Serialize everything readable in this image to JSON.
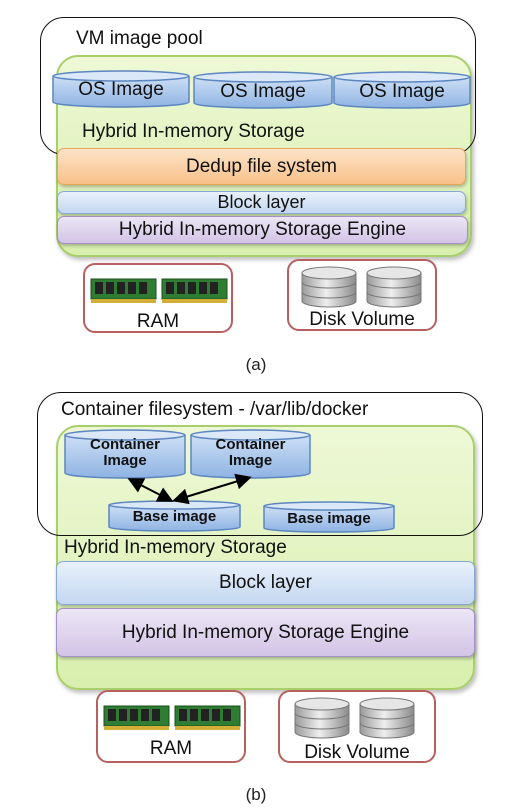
{
  "panel_a": {
    "pool_label": "VM image pool",
    "storage_label": "Hybrid In-memory Storage",
    "os_images": [
      "OS Image",
      "OS Image",
      "OS Image"
    ],
    "dedup_label": "Dedup file system",
    "block_label": "Block layer",
    "engine_label": "Hybrid In-memory Storage Engine",
    "ram_label": "RAM",
    "disk_label": "Disk Volume",
    "caption": "(a)"
  },
  "panel_b": {
    "fs_label": "Container filesystem - /var/lib/docker",
    "container_images": [
      "Container Image",
      "Container Image"
    ],
    "base_images": [
      "Base image",
      "Base image"
    ],
    "storage_label": "Hybrid In-memory Storage",
    "block_label": "Block layer",
    "engine_label": "Hybrid In-memory Storage Engine",
    "ram_label": "RAM",
    "disk_label": "Disk Volume",
    "caption": "(b)"
  },
  "colors": {
    "storage_green": "#d8efae",
    "dedup_orange": "#f8c189",
    "block_blue": "#c3d7f0",
    "engine_purple": "#d2c4e6",
    "cylinder_blue": "#9fc0e8",
    "hardware_border": "#b86060"
  },
  "icons": {
    "ram": "ram-module-icon",
    "disk": "disk-stack-icon"
  }
}
